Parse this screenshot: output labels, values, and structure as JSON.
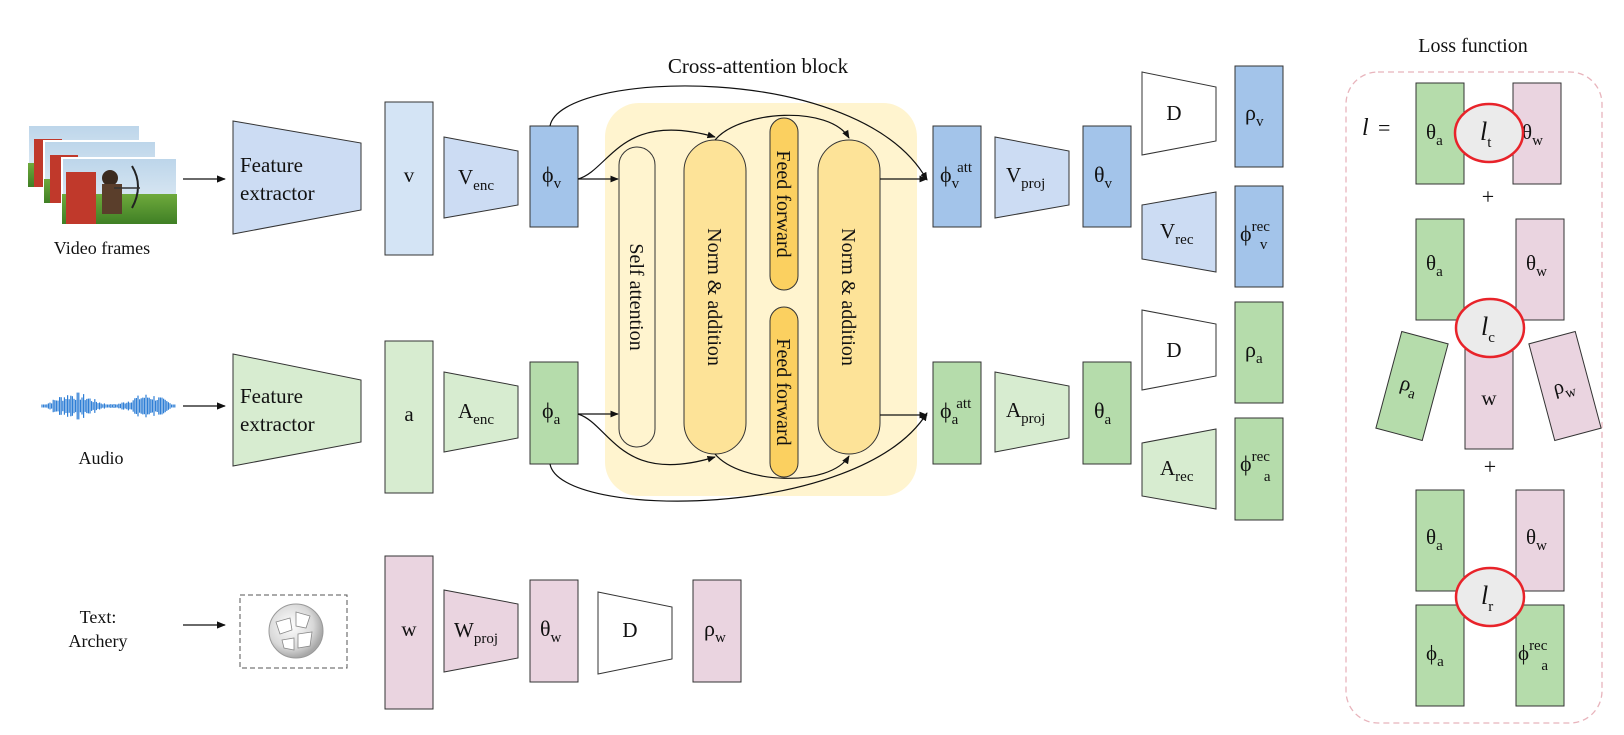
{
  "colors": {
    "blue_fill": "#a3c4ea",
    "blue_light": "#ccdcf3",
    "blue_pale": "#d4e4f5",
    "green_fill": "#b5dcab",
    "green_light": "#d7ecd0",
    "pink_fill": "#ead4e0",
    "cross_bg": "#fff4cf",
    "norm_fill": "#fde398",
    "ff_fill": "#fbd060",
    "loss_border": "#e8b4bc",
    "loss_circle": "#e8232a",
    "audio_wave": "#2f7fd6"
  },
  "inputs": {
    "video_label": "Video frames",
    "audio_label": "Audio",
    "text_label_1": "Text:",
    "text_label_2": "Archery"
  },
  "extractor": {
    "line1": "Feature",
    "line2": "extractor"
  },
  "sym": {
    "v": "v",
    "a": "a",
    "w": "w",
    "V": "V",
    "A": "A",
    "W": "W",
    "phi": "ϕ",
    "theta": "θ",
    "rho": "ρ",
    "D": "D",
    "l": "l",
    "enc": "enc",
    "proj": "proj",
    "rec": "rec",
    "att": "att",
    "t": "t",
    "c": "c",
    "r": "r",
    "plus": "+",
    "eq": "="
  },
  "cross_attention": {
    "title": "Cross-attention block",
    "self_attention": "Self attention",
    "norm_addition": "Norm & addition",
    "feed_forward": "Feed forward"
  },
  "loss": {
    "title": "Loss function"
  }
}
